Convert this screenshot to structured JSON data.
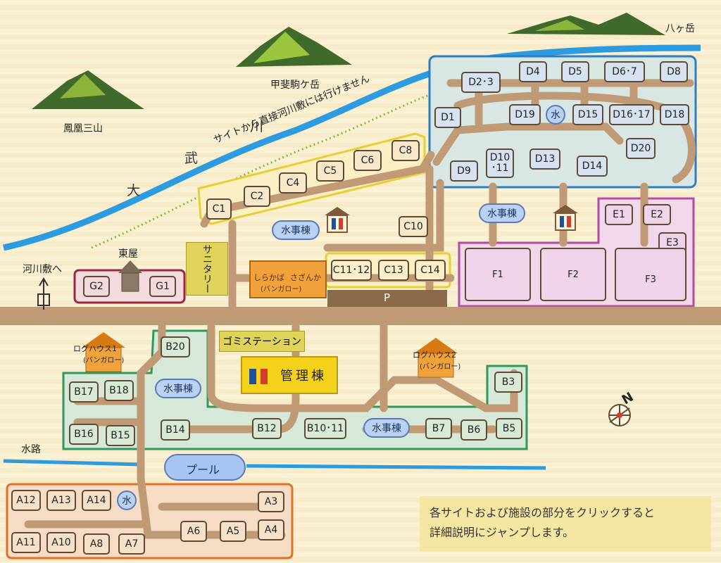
{
  "mountains": {
    "m1": "鳳凰三山",
    "m2": "甲斐駒ケ岳",
    "m3": "八ヶ岳"
  },
  "river": {
    "c1": "大",
    "c2": "武",
    "c3": "川",
    "warning": "サイトから直接河川敷には行けません"
  },
  "labels": {
    "kasen": "河川敷へ",
    "azumaya": "東屋",
    "suiro": "水路",
    "pool": "プール",
    "sanitary": "サニタリー",
    "gomi": "ゴミステーション",
    "kanri": "管理棟",
    "log1": "ログハウス1",
    "log1b": "(バンガロー)",
    "log2": "ログハウス2",
    "log2b": "(バンガロー)",
    "shirakaba": "しらかば",
    "sazanka": "さざんか",
    "bungalow": "(バンガロー)",
    "parking": "P",
    "compass": "N"
  },
  "water": {
    "sui": "水",
    "suiji": "水事棟"
  },
  "d_sites": [
    "D2･3",
    "D4",
    "D5",
    "D6･7",
    "D8",
    "D1",
    "D19",
    "D15",
    "D16･17",
    "D18",
    "D20",
    "D10\n･11",
    "D13",
    "D14",
    "D9"
  ],
  "c_sites": [
    "C1",
    "C2",
    "C4",
    "C5",
    "C6",
    "C8",
    "C10",
    "C11･12",
    "C13",
    "C14"
  ],
  "e_sites": [
    "E1",
    "E2",
    "E3"
  ],
  "f_sites": [
    "F1",
    "F2",
    "F3"
  ],
  "g_sites": [
    "G2",
    "G1"
  ],
  "b_sites": [
    "B20",
    "B17",
    "B18",
    "B16",
    "B15",
    "B14",
    "B12",
    "B10･11",
    "B7",
    "B6",
    "B5",
    "B3"
  ],
  "a_sites": [
    "A12",
    "A13",
    "A14",
    "A3",
    "A11",
    "A10",
    "A8",
    "A7",
    "A6",
    "A5",
    "A4"
  ],
  "note": {
    "line1": "各サイトおよび施設の部分をクリックすると",
    "line2": "詳細説明にジャンプします。"
  },
  "colors": {
    "road": "#c09a74",
    "river": "#2d9be0",
    "d_zone": "#2c7ec0",
    "c_zone": "#e8cd34",
    "e_zone": "#b34aa9",
    "g_zone": "#9c2840",
    "b_zone": "#2e9860",
    "a_zone": "#e07028"
  }
}
